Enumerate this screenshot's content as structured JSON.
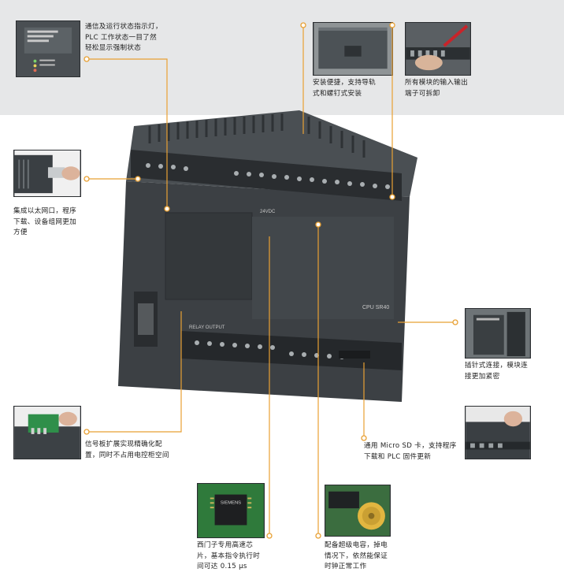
{
  "colors": {
    "top_band": "#e6e7e8",
    "callout_line": "#e8a033",
    "plc_body": "#3c4044"
  },
  "callouts": {
    "status_led": "通信及运行状态指示灯，\nPLC 工作状态一目了然\n轻松显示强制状态",
    "rail_mount": "安装便捷，支持导轨\n式和螺钉式安装",
    "removable_terminals": "所有模块的输入输出\n端子可拆卸",
    "ethernet": "集成以太网口，程序\n下载、设备组网更加\n方便",
    "plug_connect": "插针式连接，模块连\n接更加紧密",
    "signal_board": "信号板扩展实现精确化配\n置，同时不占用电控柜空间",
    "micro_sd": "通用 Micro SD 卡，支持程序\n下载和 PLC 固件更新",
    "asic_chip": "西门子专用高速芯\n片，基本指令执行时\n间可达 0.15 μs",
    "supercap": "配备超级电容，掉电\n情况下，依然能保证\n时钟正常工作"
  },
  "device": {
    "model_text": "CPU SR40",
    "voltage_text": "24VDC",
    "relay_text": "RELAY OUTPUT",
    "chip_brand": "SIEMENS"
  }
}
